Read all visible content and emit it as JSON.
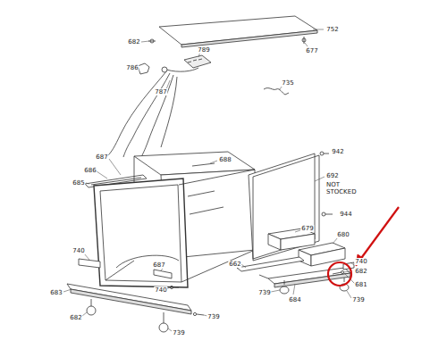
{
  "diagram": {
    "labels": [
      "682",
      "752",
      "677",
      "786",
      "789",
      "787",
      "735",
      "687",
      "686",
      "688",
      "685",
      "942",
      "692",
      "NOT STOCKED",
      "944",
      "679",
      "680",
      "740",
      "682",
      "662",
      "681",
      "739",
      "684",
      "739",
      "740",
      "683",
      "682",
      "740",
      "687",
      "739",
      "739"
    ]
  }
}
